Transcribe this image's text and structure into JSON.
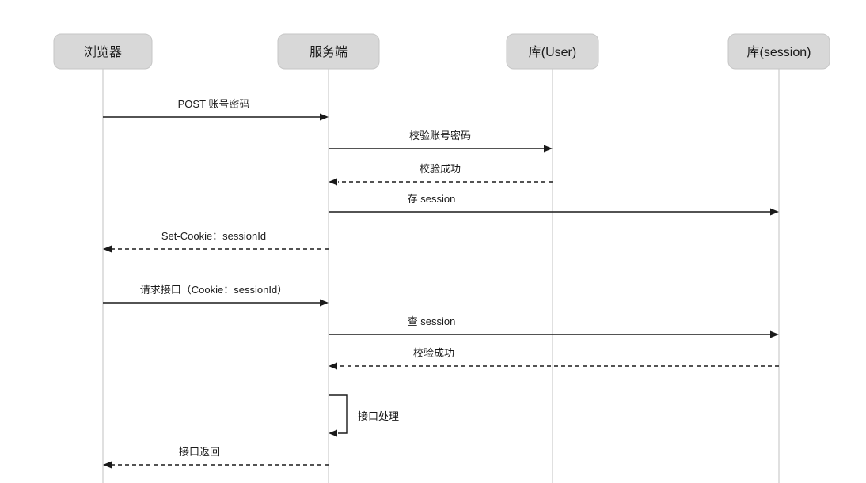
{
  "diagram_type": "sequence",
  "actors": [
    {
      "label": "浏览器"
    },
    {
      "label": "服务端"
    },
    {
      "label": "库(User)"
    },
    {
      "label": "库(session)"
    }
  ],
  "messages": [
    {
      "label": "POST 账号密码",
      "from": 0,
      "to": 1,
      "line": "solid"
    },
    {
      "label": "校验账号密码",
      "from": 1,
      "to": 2,
      "line": "solid"
    },
    {
      "label": "校验成功",
      "from": 2,
      "to": 1,
      "line": "dashed"
    },
    {
      "label": "存 session",
      "from": 1,
      "to": 3,
      "line": "solid"
    },
    {
      "label": "Set-Cookie：sessionId",
      "from": 1,
      "to": 0,
      "line": "dashed"
    },
    {
      "label": "请求接口（Cookie：sessionId）",
      "from": 0,
      "to": 1,
      "line": "solid"
    },
    {
      "label": "查 session",
      "from": 1,
      "to": 3,
      "line": "solid"
    },
    {
      "label": "校验成功",
      "from": 3,
      "to": 1,
      "line": "dashed"
    },
    {
      "label": "接口处理",
      "from": 1,
      "to": 1,
      "line": "self"
    },
    {
      "label": "接口返回",
      "from": 1,
      "to": 0,
      "line": "dashed"
    }
  ],
  "colors": {
    "actor_bg": "#d8d8d8",
    "actor_border": "#c6c6c6",
    "lifeline": "#c2c2c2",
    "arrow": "#1a1a1a",
    "text": "#1a1a1a"
  }
}
